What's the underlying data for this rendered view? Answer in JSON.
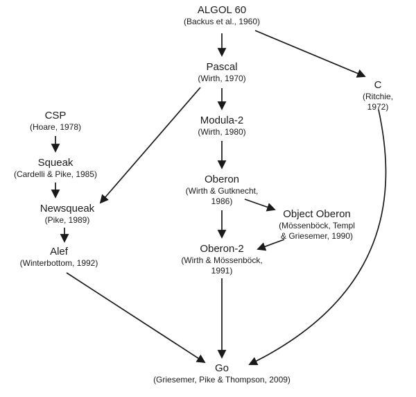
{
  "colors": {
    "background": "#ffffff",
    "text": "#1a1a1a",
    "arrow": "#1a1a1a"
  },
  "nodes": {
    "algol60": {
      "label": "ALGOL 60",
      "citation": "(Backus et al., 1960)"
    },
    "pascal": {
      "label": "Pascal",
      "citation": "(Wirth, 1970)"
    },
    "c": {
      "label": "C",
      "citation": "(Ritchie, 1972)"
    },
    "csp": {
      "label": "CSP",
      "citation": "(Hoare, 1978)"
    },
    "modula2": {
      "label": "Modula-2",
      "citation": "(Wirth, 1980)"
    },
    "squeak": {
      "label": "Squeak",
      "citation": "(Cardelli & Pike, 1985)"
    },
    "oberon": {
      "label": "Oberon",
      "citation": "(Wirth & Gutknecht,\n1986)"
    },
    "newsqueak": {
      "label": "Newsqueak",
      "citation": "(Pike, 1989)"
    },
    "object_oberon": {
      "label": "Object Oberon",
      "citation": "(Mössenböck, Templ\n& Griesemer, 1990)"
    },
    "alef": {
      "label": "Alef",
      "citation": "(Winterbottom, 1992)"
    },
    "oberon2": {
      "label": "Oberon-2",
      "citation": "(Wirth & Mössenböck,\n1991)"
    },
    "go": {
      "label": "Go",
      "citation": "(Griesemer, Pike & Thompson, 2009)"
    }
  },
  "edges": [
    {
      "from": "ALGOL 60",
      "to": "Pascal"
    },
    {
      "from": "ALGOL 60",
      "to": "C"
    },
    {
      "from": "Pascal",
      "to": "Modula-2"
    },
    {
      "from": "Pascal",
      "to": "Newsqueak"
    },
    {
      "from": "Modula-2",
      "to": "Oberon"
    },
    {
      "from": "CSP",
      "to": "Squeak"
    },
    {
      "from": "Squeak",
      "to": "Newsqueak"
    },
    {
      "from": "Newsqueak",
      "to": "Alef"
    },
    {
      "from": "Oberon",
      "to": "Object Oberon"
    },
    {
      "from": "Oberon",
      "to": "Oberon-2"
    },
    {
      "from": "Object Oberon",
      "to": "Oberon-2"
    },
    {
      "from": "Oberon-2",
      "to": "Go"
    },
    {
      "from": "Alef",
      "to": "Go"
    },
    {
      "from": "C",
      "to": "Go"
    }
  ]
}
